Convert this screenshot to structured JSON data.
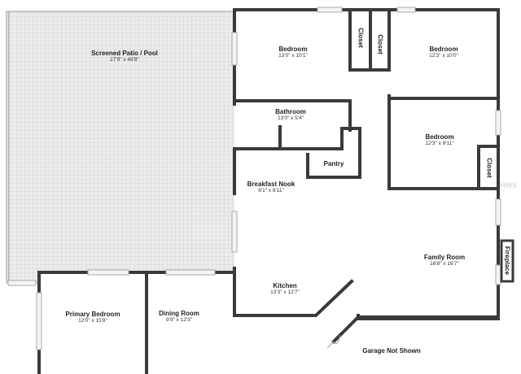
{
  "rooms": {
    "patio": {
      "name": "Screened Patio / Pool",
      "dims": "27'9\" x 49'8\""
    },
    "bedroom1": {
      "name": "Bedroom",
      "dims": "13'0\" x 10'1\""
    },
    "closet1": {
      "name": "Closet"
    },
    "closet2": {
      "name": "Closet"
    },
    "bedroom2": {
      "name": "Bedroom",
      "dims": "12'3\" x 10'0\""
    },
    "bathroom": {
      "name": "Bathroom",
      "dims": "13'0\" x 5'4\""
    },
    "bedroom3": {
      "name": "Bedroom",
      "dims": "12'3\" x 9'11\""
    },
    "closet3": {
      "name": "Closet"
    },
    "pantry": {
      "name": "Pantry"
    },
    "nook": {
      "name": "Breakfast Nook",
      "dims": "8'1\" x 8'11\""
    },
    "family": {
      "name": "Family Room",
      "dims": "16'8\" x 16'7\""
    },
    "fireplace": {
      "name": "Fireplace"
    },
    "kitchen": {
      "name": "Kitchen",
      "dims": "13'3\" x 12'7\""
    },
    "dining": {
      "name": "Dining Room",
      "dims": "9'9\" x 12'3\""
    },
    "primary": {
      "name": "Primary Bedroom",
      "dims": "12'0\" x 15'8\""
    }
  },
  "notes": {
    "garage": "Garage Not Shown"
  },
  "watermark": "HMS",
  "colors": {
    "wall": "#3a3a3a",
    "tile": "#e6e6e6",
    "background": "#ffffff"
  }
}
